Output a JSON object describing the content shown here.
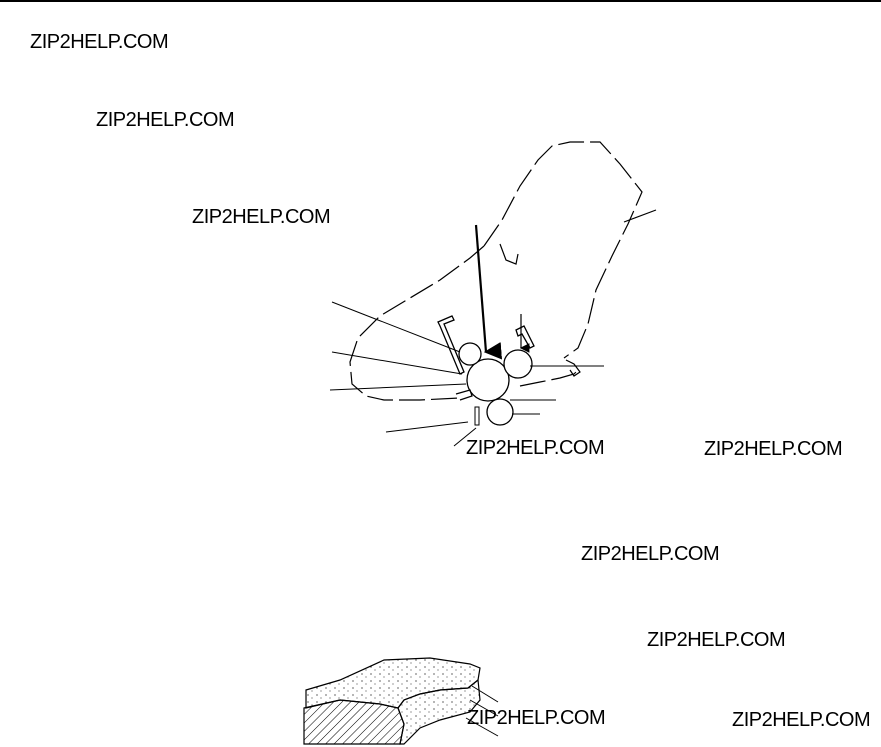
{
  "watermark": {
    "texts": [
      "ZIP2HELP.COM",
      "ZIP2HELP.COM",
      "ZIP2HELP.COM",
      "ZIP2HELP.COM",
      "ZIP2HELP.COM",
      "ZIP2HELP.COM",
      "ZIP2HELP.COM",
      "ZIP2HELP.COM",
      "ZIP2HELP.COM"
    ]
  },
  "colors": {
    "ink": "#000000",
    "background": "#ffffff"
  }
}
